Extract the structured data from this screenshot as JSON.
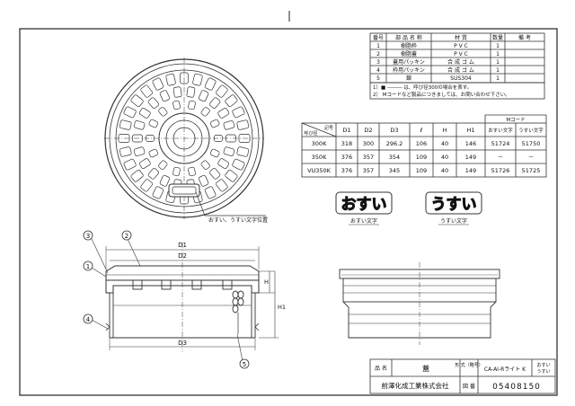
{
  "parts_table": {
    "headers": [
      "番号",
      "部 品 名 称",
      "材 質",
      "数量",
      "備 考"
    ],
    "rows": [
      [
        "1",
        "樹脂枠",
        "P V C",
        "1",
        ""
      ],
      [
        "2",
        "樹脂蓋",
        "P V C",
        "1",
        ""
      ],
      [
        "3",
        "蓋用パッキン",
        "合 成 ゴ ム",
        "1",
        ""
      ],
      [
        "4",
        "枠用パッキン",
        "合 成 ゴ ム",
        "1",
        ""
      ],
      [
        "5",
        "鎖",
        "SUS304",
        "1",
        ""
      ]
    ]
  },
  "notes": [
    "1）■ ――― は、呼び径300の場合を表す。",
    "2） Mコードなど製品につきましては、お問い合わせ下さい。"
  ],
  "dim_table": {
    "corner_top": "記号",
    "corner_bottom": "呼び径",
    "columns": [
      "D1",
      "D2",
      "D3",
      "ℓ",
      "H",
      "H1"
    ],
    "mcode_header": "Mコード",
    "mcode_columns": [
      "おすい文字",
      "うすい文字"
    ],
    "rows": [
      [
        "300K",
        "318",
        "300",
        "296.2",
        "106",
        "40",
        "146",
        "51724",
        "51750"
      ],
      [
        "350K",
        "376",
        "357",
        "354",
        "109",
        "40",
        "149",
        "－",
        "－"
      ],
      [
        "VU350K",
        "376",
        "357",
        "345",
        "109",
        "40",
        "149",
        "51726",
        "51725"
      ]
    ]
  },
  "labels": {
    "osui": "おすい",
    "usui": "うすい",
    "osui_caption": "おすい文字",
    "usui_caption": "うすい文字",
    "letter_position": "おすい、うすい文字位置",
    "d1": "D1",
    "d2": "D2",
    "d3": "D3",
    "h": "H",
    "h1": "H1",
    "callouts": [
      "1",
      "2",
      "3",
      "4",
      "5"
    ]
  },
  "title_block": {
    "name_label": "品 名",
    "name_value": "蓋",
    "model_label": "形 式（略号）",
    "model_value": "CA-AI-Rライト K",
    "variant_top": "おすい",
    "variant_bottom": "うすい",
    "company": "前澤化成工業株式会社",
    "drawing_no_label": "図 番",
    "drawing_no": "05408150"
  }
}
